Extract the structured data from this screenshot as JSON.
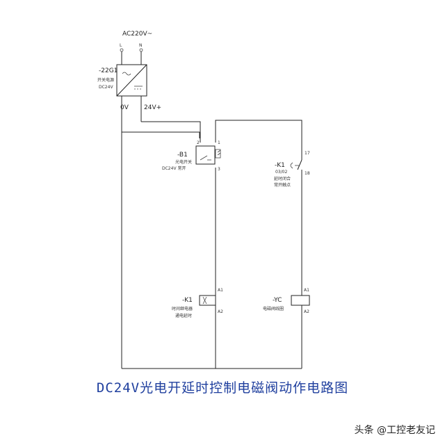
{
  "diagram": {
    "supply_label": "AC220V~",
    "terminal_l": "L",
    "terminal_n": "N",
    "psu": {
      "tag": "-22G1",
      "name": "开关电源",
      "spec": "DC24V",
      "out_0v": "0V",
      "out_24v": "24V+"
    },
    "sensor": {
      "tag": "-B1",
      "name": "光电开关",
      "spec": "DC24V 常开",
      "pin_2": "2",
      "pin_1": "1",
      "pin_3": "3"
    },
    "contact": {
      "tag": "-K1",
      "sub": "03/02",
      "name_line1": "延时闭合",
      "name_line2": "常开触点",
      "pin_17": "17",
      "pin_18": "18"
    },
    "relay": {
      "tag": "-K1",
      "name_line1": "时间继电器",
      "name_line2": "通电延时",
      "pin_a1": "A1",
      "pin_a2": "A2"
    },
    "valve": {
      "tag": "-YC",
      "name": "电磁阀线圈",
      "pin_a1": "A1",
      "pin_a2": "A2"
    }
  },
  "caption": "DC24V光电开延时控制电磁阀动作电路图",
  "watermark": "头条 @工控老友记"
}
